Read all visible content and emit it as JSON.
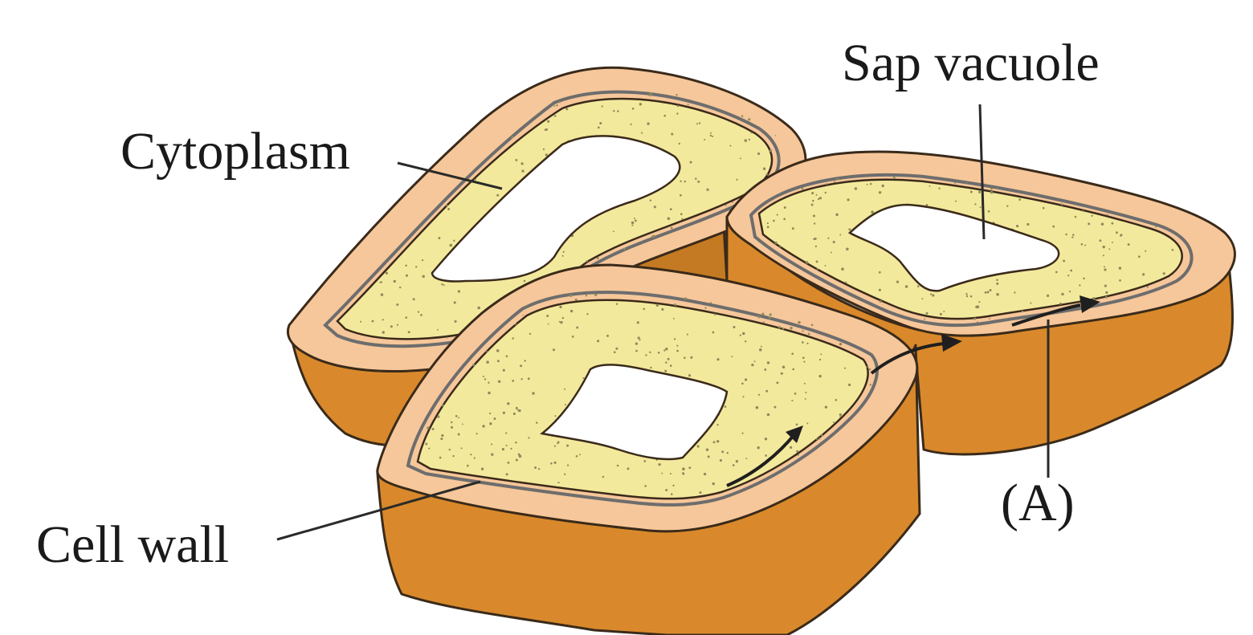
{
  "labels": {
    "cytoplasm": "Cytoplasm",
    "sap_vacuole": "Sap vacuole",
    "cell_wall": "Cell wall",
    "a": "(A)"
  },
  "colors": {
    "cell_side": "#d9892b",
    "cell_wall": "#f6c79a",
    "cytoplasm": "#f3e99c",
    "sap_vacuole": "#ffffff"
  }
}
